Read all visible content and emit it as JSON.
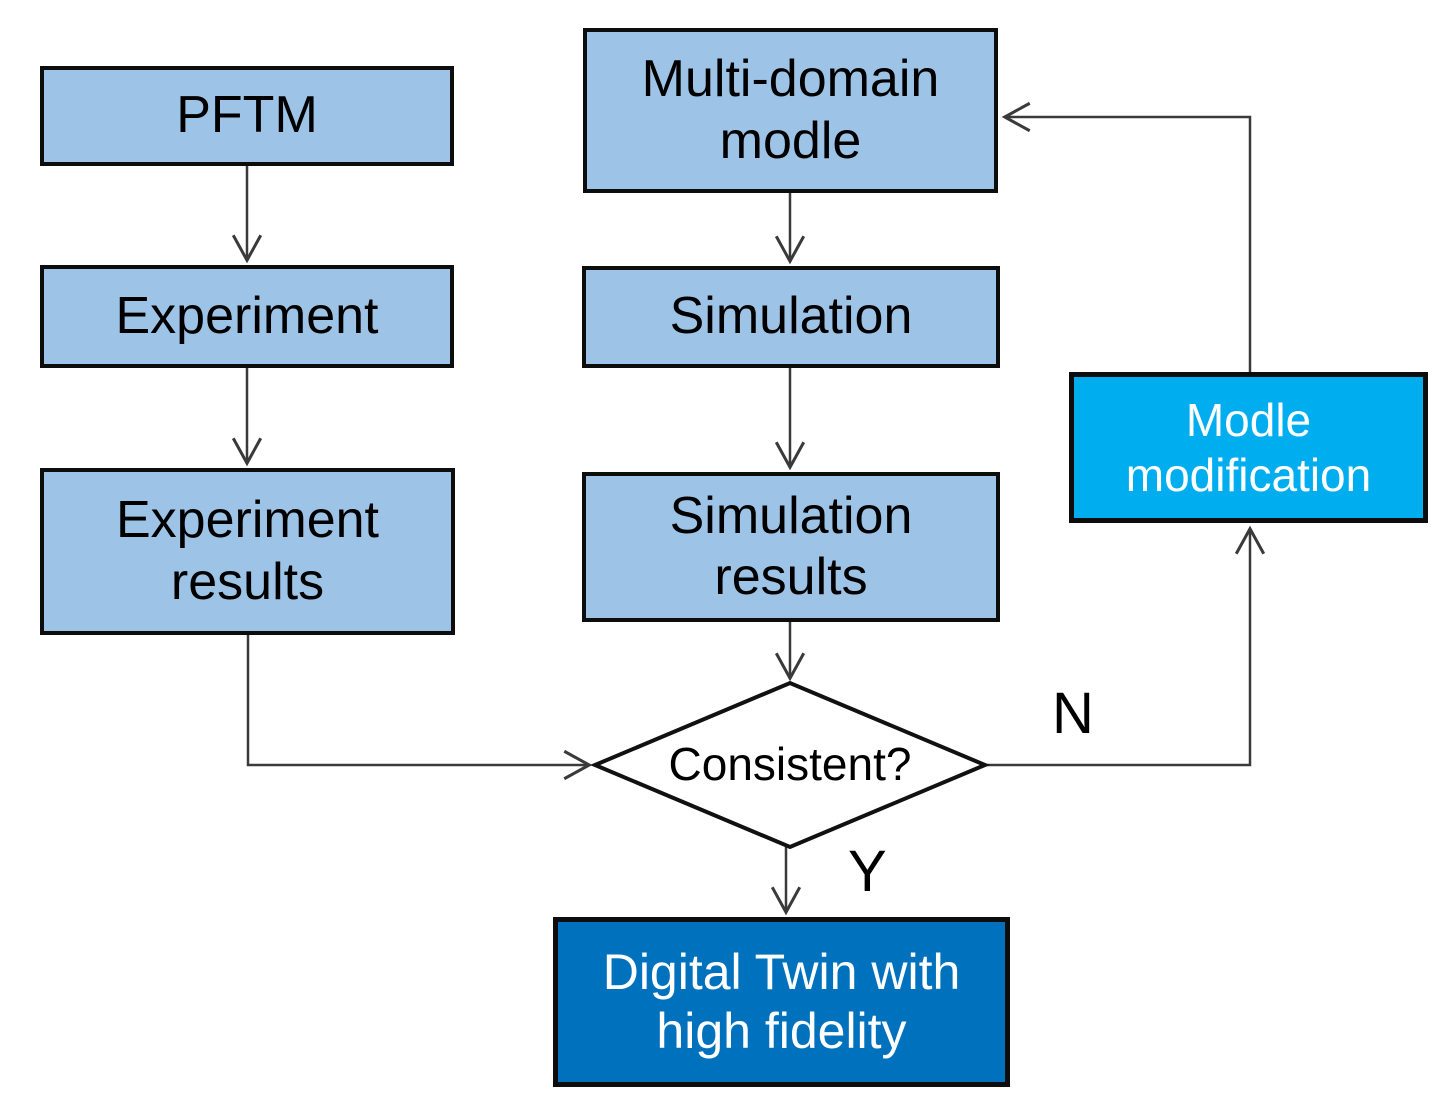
{
  "nodes": {
    "pftm": {
      "label": "PFTM"
    },
    "experiment": {
      "label": "Experiment"
    },
    "experiment_results": {
      "label": "Experiment\nresults"
    },
    "multi_domain_model": {
      "label": "Multi-domain\nmodle"
    },
    "simulation": {
      "label": "Simulation"
    },
    "simulation_results": {
      "label": "Simulation\nresults"
    },
    "consistent_decision": {
      "label": "Consistent?"
    },
    "model_modification": {
      "label": "Modle\nmodification"
    },
    "digital_twin": {
      "label": "Digital Twin with\nhigh fidelity"
    }
  },
  "edge_labels": {
    "no": "N",
    "yes": "Y"
  },
  "colors": {
    "background": "#FFFFFF",
    "process_fill": "#9DC3E6",
    "process_border": "#0D0D0D",
    "decision_fill": "#FFFFFF",
    "modification_fill": "#00AEEF",
    "digital_twin_fill": "#0071BC",
    "text_dark": "#000000",
    "text_light": "#FFFFFF",
    "connector": "#3A3A3A"
  }
}
